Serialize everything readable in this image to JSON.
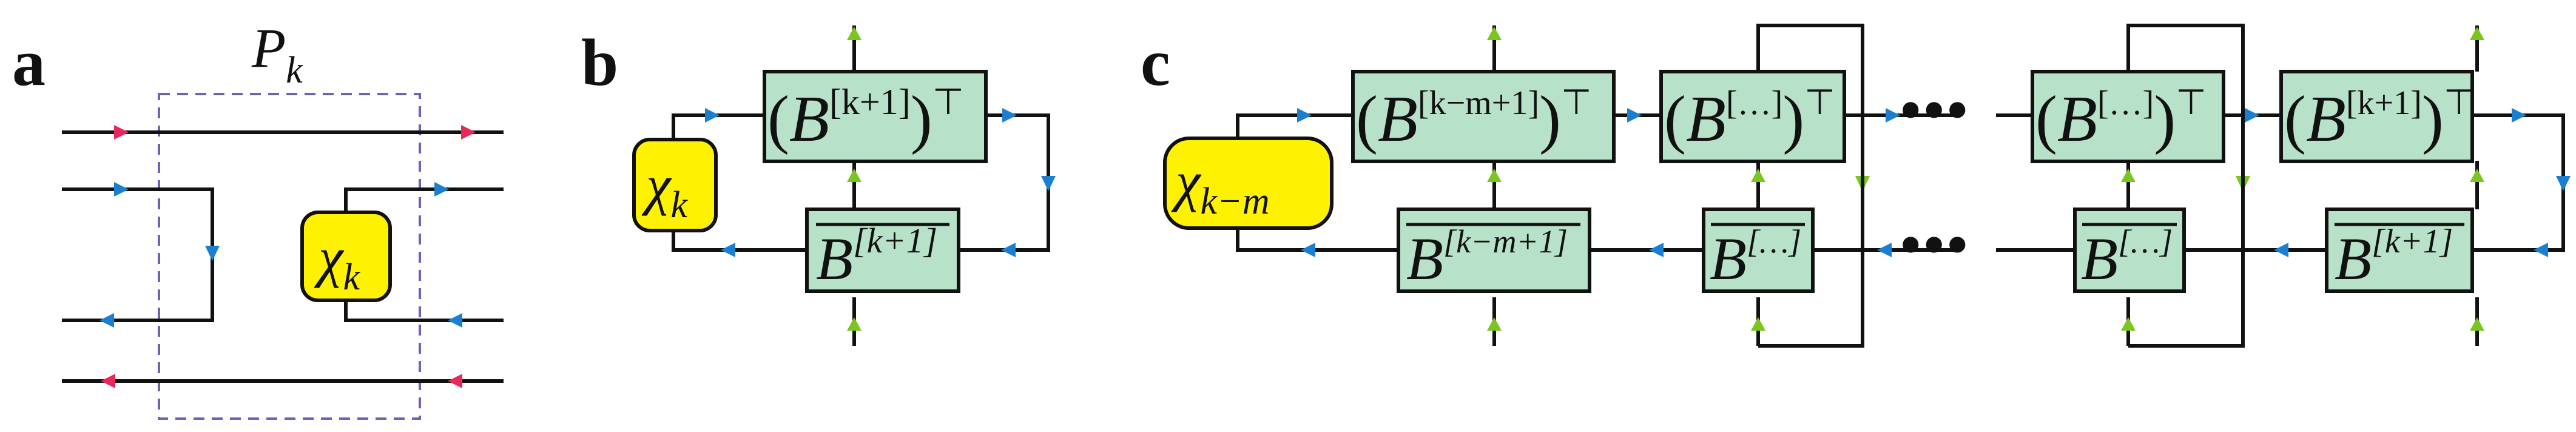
{
  "panels": {
    "a": {
      "label": "a",
      "projector": "P",
      "projector_sub": "k",
      "chi": "χ",
      "chi_sub": "k"
    },
    "b": {
      "label": "b",
      "b_top": "B",
      "b_top_sup": "[k+1]",
      "b_bot": "B",
      "b_bot_sup": "[k+1]",
      "transpose": "⊤",
      "chi": "χ",
      "chi_sub": "k"
    },
    "c": {
      "label": "c",
      "chi": "χ",
      "chi_sub": "k−m",
      "top": [
        {
          "base": "B",
          "sup": "[k−m+1]",
          "transpose": "⊤"
        },
        {
          "base": "B",
          "sup": "[…]",
          "transpose": "⊤"
        },
        {
          "base": "B",
          "sup": "[…]",
          "transpose": "⊤"
        },
        {
          "base": "B",
          "sup": "[k+1]",
          "transpose": "⊤"
        }
      ],
      "bottom": [
        {
          "base": "B",
          "sup": "[k−m+1]"
        },
        {
          "base": "B",
          "sup": "[…]"
        },
        {
          "base": "B",
          "sup": "[…]"
        },
        {
          "base": "B",
          "sup": "[k+1]"
        }
      ],
      "ellipsis": "•••"
    }
  },
  "colors": {
    "arrow_red": "#e8285a",
    "arrow_blue": "#1a7fd0",
    "arrow_green": "#7cc41e",
    "tensor_fill": "#b7e1c8",
    "chi_fill": "#fff200",
    "dashed_box": "#6b63b5"
  }
}
